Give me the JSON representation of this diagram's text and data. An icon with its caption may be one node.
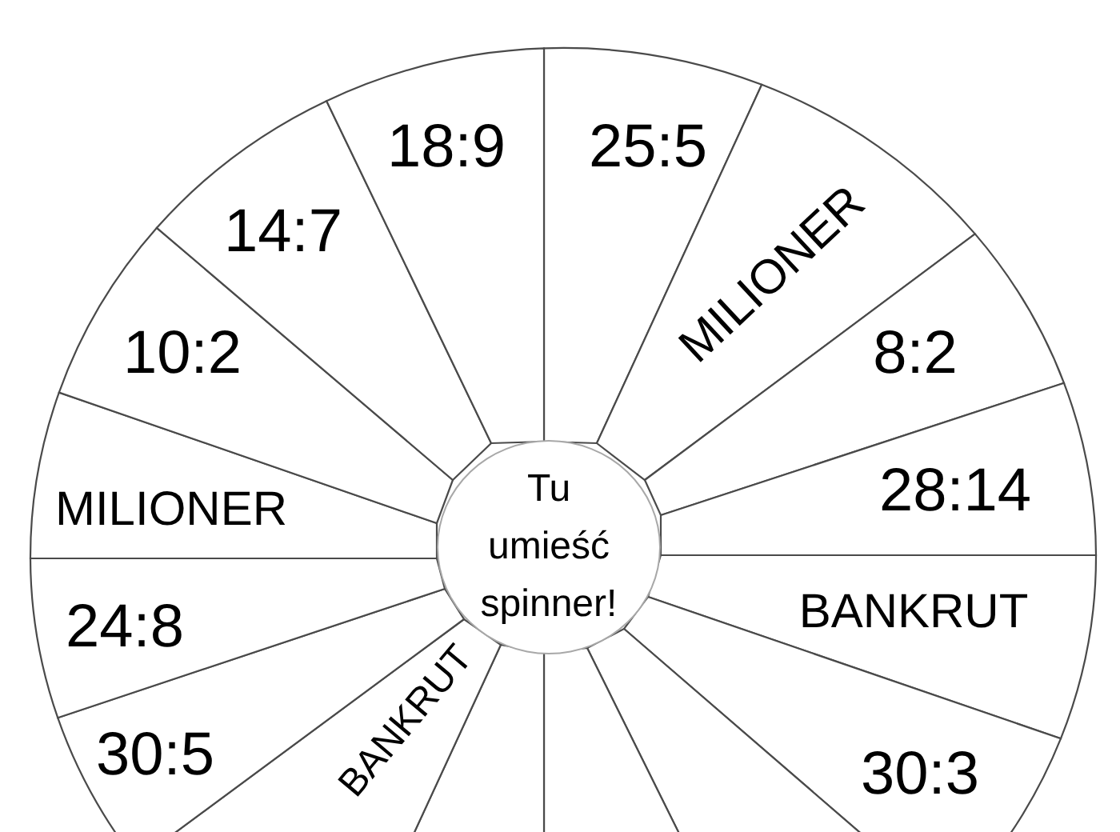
{
  "diagram": {
    "nodes": [
      {
        "text": [
          "25:5"
        ]
      },
      {
        "text": [
          "MILIONER"
        ]
      },
      {
        "text": [
          "8:2"
        ]
      },
      {
        "text": [
          "28:14"
        ]
      },
      {
        "text": [
          "BANKRUT"
        ]
      },
      {
        "text": [
          "30:3"
        ]
      },
      {
        "text": [],
        "shape": "wedge"
      },
      {
        "text": [],
        "shape": "wedge"
      },
      {
        "text": [],
        "shape": "wedge"
      },
      {
        "text": [
          "BANKRUT"
        ]
      },
      {
        "text": [
          "30:5"
        ]
      },
      {
        "text": [
          "24:8"
        ]
      },
      {
        "text": [
          "MILIONER"
        ]
      },
      {
        "text": [
          "10:2"
        ]
      },
      {
        "text": [
          "14:7"
        ]
      },
      {
        "text": [
          "18:9"
        ]
      },
      {
        "text": [
          "Tu umieść spinner!"
        ]
      }
    ]
  }
}
